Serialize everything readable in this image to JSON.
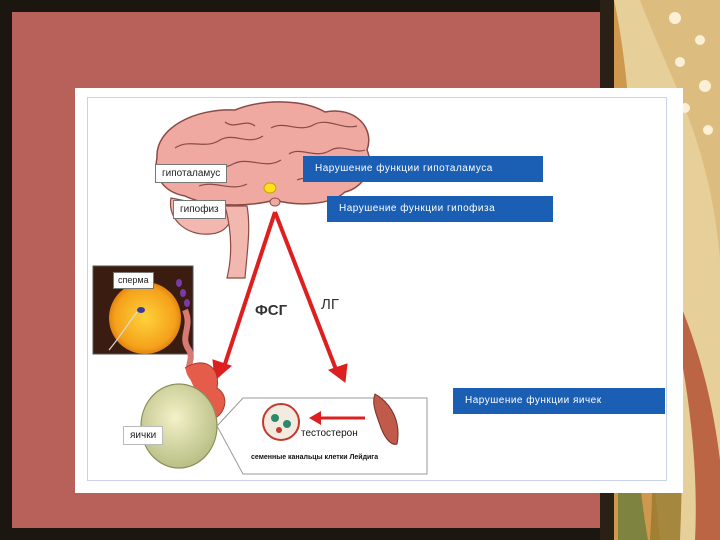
{
  "labels": {
    "hypothalamus": "гипоталамус",
    "pituitary": "гипофиз",
    "sperm": "сперма",
    "testes": "яички",
    "fsh": "ФСГ",
    "lh": "ЛГ",
    "testosterone": "тестостерон",
    "bottom_caption": "семенные канальцы  клетки Лейдига"
  },
  "banners": {
    "hypothalamus_disorder": "Нарушение функции гипоталамуса",
    "pituitary_disorder": "Нарушение функции гипофиза",
    "testes_disorder": "Нарушение функции яичек"
  },
  "colors": {
    "banner_blue": "#1a5fb4",
    "arrow_red": "#dd1f1f",
    "slide_background": "#b8605a"
  }
}
